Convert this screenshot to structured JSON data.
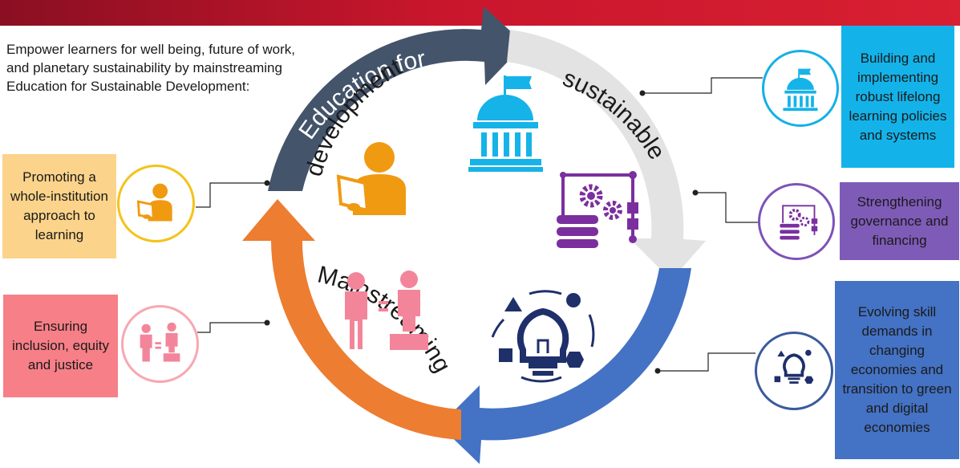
{
  "intro": "Empower learners for well being, future of work, and planetary sustainability by mainstreaming Education for Sustainable Development:",
  "cycle": {
    "segment_top_left": "Education for",
    "segment_top_right": "sustainable",
    "segment_bottom_right": "development",
    "segment_bottom_left": "Mainstreaming"
  },
  "areas": {
    "whole_institution": "Promoting a whole-institution approach to learning",
    "inclusion": "Ensuring inclusion, equity and justice",
    "policies": "Building and implementing robust lifelong learning policies and systems",
    "governance": "Strengthening governance and financing",
    "skills": "Evolving skill demands in changing economies and transition to green and digital economies"
  },
  "colors": {
    "top_bar": "#c8162c",
    "segment_dark_blue": "#44546a",
    "segment_light_gray": "#e3e3e3",
    "segment_blue": "#4472c4",
    "segment_orange": "#ed7d31",
    "yellow_box": "#fbd38a",
    "pink_box": "#f77f87",
    "cyan_box": "#13b3ea",
    "purple_box": "#7f5bb8",
    "blue_box": "#4472c4",
    "icon_orange": "#f09a12",
    "icon_pink": "#f3859a",
    "icon_cyan": "#16b3e8",
    "icon_purple": "#7b2f9f",
    "icon_navy": "#1f2f6a"
  }
}
